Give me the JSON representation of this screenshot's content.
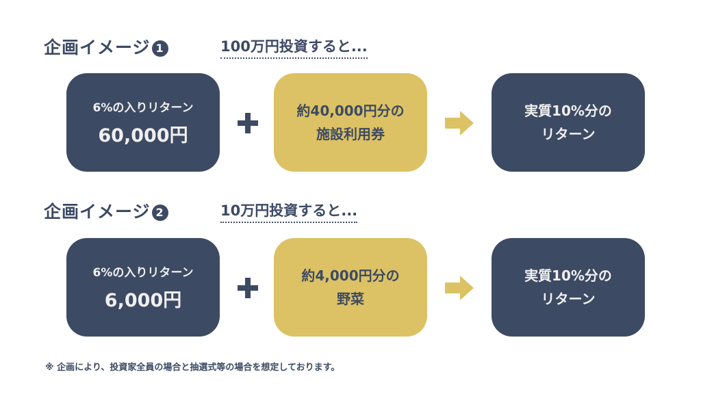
{
  "plans": [
    {
      "title": "企画イメージ",
      "number": "1",
      "subtitle": "100万円投資すると...",
      "return_label": "6%の入りリターン",
      "return_amount": "60,000円",
      "bonus_line1": "約40,000円分の",
      "bonus_line2": "施設利用券",
      "result_line1": "実質10%分の",
      "result_line2": "リターン"
    },
    {
      "title": "企画イメージ",
      "number": "2",
      "subtitle": "10万円投資すると...",
      "return_label": "6%の入りリターン",
      "return_amount": "6,000円",
      "bonus_line1": "約4,000円分の",
      "bonus_line2": "野菜",
      "result_line1": "実質10%分の",
      "result_line2": "リターン"
    }
  ],
  "footnote": "※ 企画により、投資家全員の場合と抽選式等の場合を想定しております。",
  "colors": {
    "navy": "#3d4a63",
    "gold": "#dcc264"
  }
}
